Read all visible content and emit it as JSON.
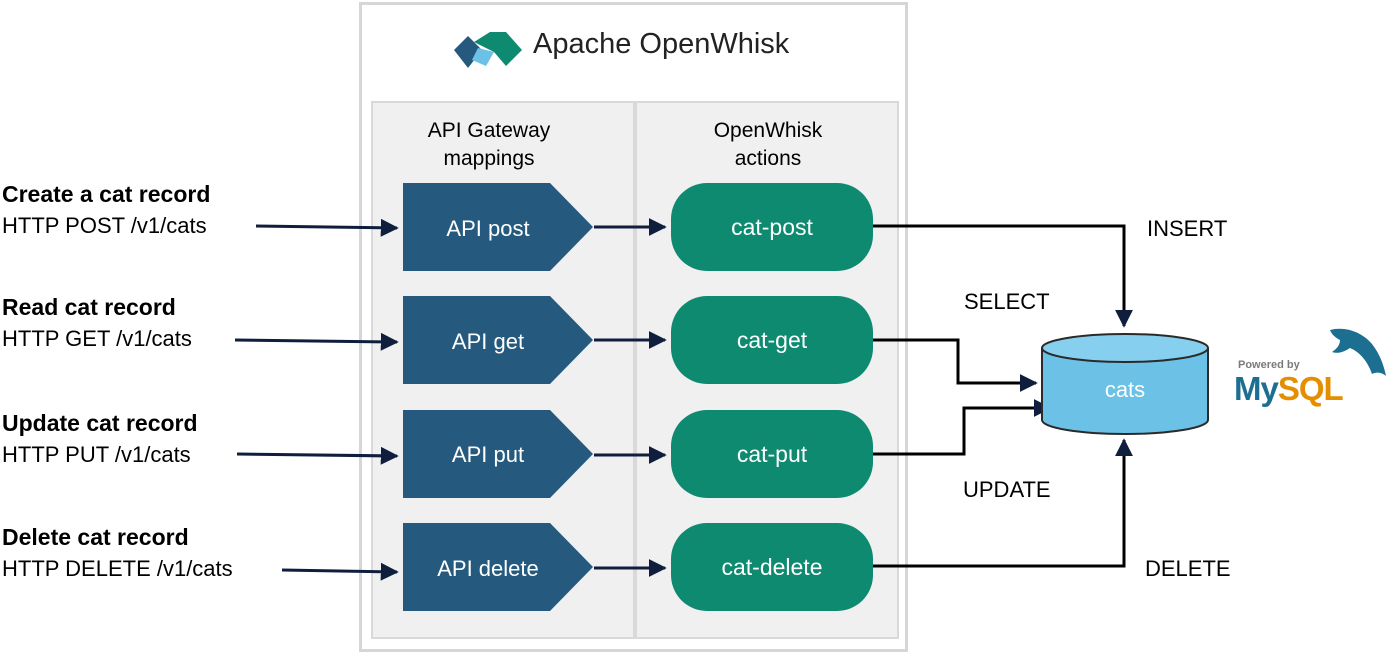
{
  "app": {
    "title": "Apache OpenWhisk"
  },
  "columns": {
    "gateway": {
      "line1": "API Gateway",
      "line2": "mappings"
    },
    "actions": {
      "line1": "OpenWhisk",
      "line2": "actions"
    }
  },
  "requests": [
    {
      "title": "Create a cat record",
      "method": "HTTP POST  /v1/cats"
    },
    {
      "title": "Read cat record",
      "method": "HTTP GET  /v1/cats"
    },
    {
      "title": "Update cat record",
      "method": "HTTP PUT  /v1/cats"
    },
    {
      "title": "Delete cat record",
      "method": "HTTP DELETE  /v1/cats"
    }
  ],
  "gateway_mappings": [
    "API post",
    "API get",
    "API put",
    "API delete"
  ],
  "actions": [
    "cat-post",
    "cat-get",
    "cat-put",
    "cat-delete"
  ],
  "database": {
    "name": "cats"
  },
  "operations": {
    "insert": "INSERT",
    "select": "SELECT",
    "update": "UPDATE",
    "delete": "DELETE"
  },
  "mysql_logo": {
    "powered_by": "Powered by",
    "word_my": "My",
    "word_sql": "SQL"
  },
  "colors": {
    "gateway_fill": "#255a7e",
    "action_fill": "#0d8a6f",
    "database_fill": "#6cc1e6",
    "arrow": "#0f1e3d",
    "box_border": "#d6d6d6",
    "column_fill": "#f0f0f0"
  }
}
